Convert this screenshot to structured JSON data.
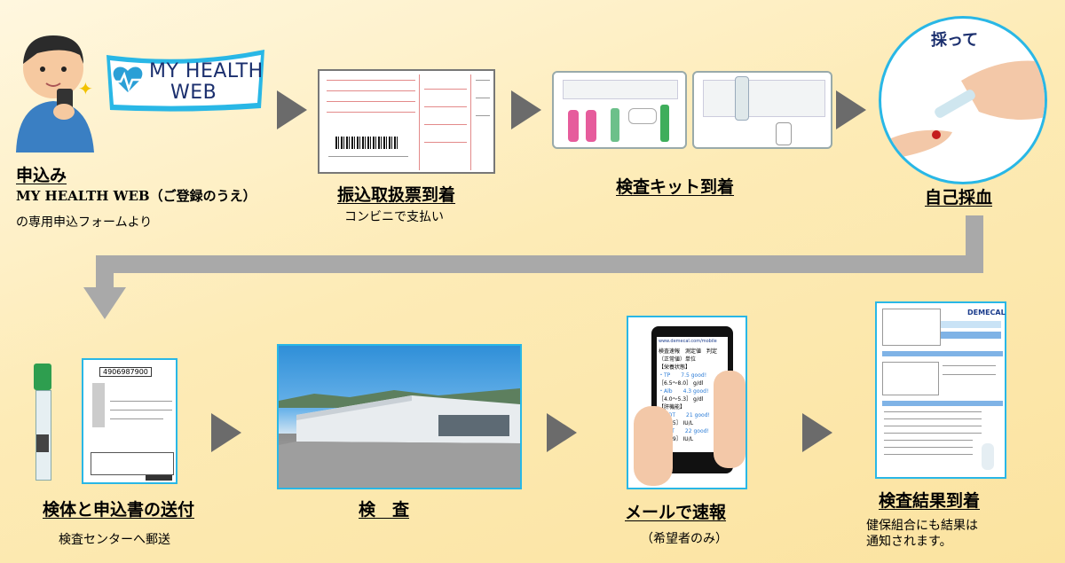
{
  "logo": {
    "line1": "MY HEALTH",
    "line2": "WEB"
  },
  "steps": {
    "apply": {
      "title": "申込み",
      "line1": "MY HEALTH WEB（ご登録のうえ）",
      "line2": "の専用申込フォームより"
    },
    "payment": {
      "title": "振込取扱票到着",
      "sub": "コンビニで支払い"
    },
    "kit": {
      "title": "検査キット到着"
    },
    "blood": {
      "title": "自己採血",
      "bubble": "採って"
    },
    "send": {
      "title": "検体と申込書の送付",
      "sub": "検査センターへ郵送"
    },
    "test": {
      "title": "検　査"
    },
    "mail": {
      "title": "メールで速報",
      "sub": "（希望者のみ）"
    },
    "result": {
      "title": "検査結果到着",
      "sub1": "健保組合にも結果は",
      "sub2": "通知されます。"
    }
  },
  "phone_screen": {
    "header": "www.demecal.com/mobile",
    "rows": [
      "検査速報　測定値　判定",
      "（正常値）単位",
      "【栄養状態】",
      "・TP　　7.5 good!",
      "［6.5〜8.0］ g/dl",
      "・Alb　　4.3 good!",
      "［4.0〜5.3］ g/dl",
      "【肝機能】",
      "・GOT　　21 good!",
      "［〜45］ IU/L",
      "・GPT　　22 good!",
      "［〜39］ IU/L"
    ]
  },
  "result_doc": {
    "brand": "DEMECAL"
  },
  "form_doc": {
    "code": "4906987900"
  },
  "colors": {
    "arrow": "#6b6b6b",
    "connector": "#a9a9a9",
    "logo_bg": "#29b7e6",
    "logo_text": "#1b2f6e",
    "heart": "#2a9fd6"
  }
}
